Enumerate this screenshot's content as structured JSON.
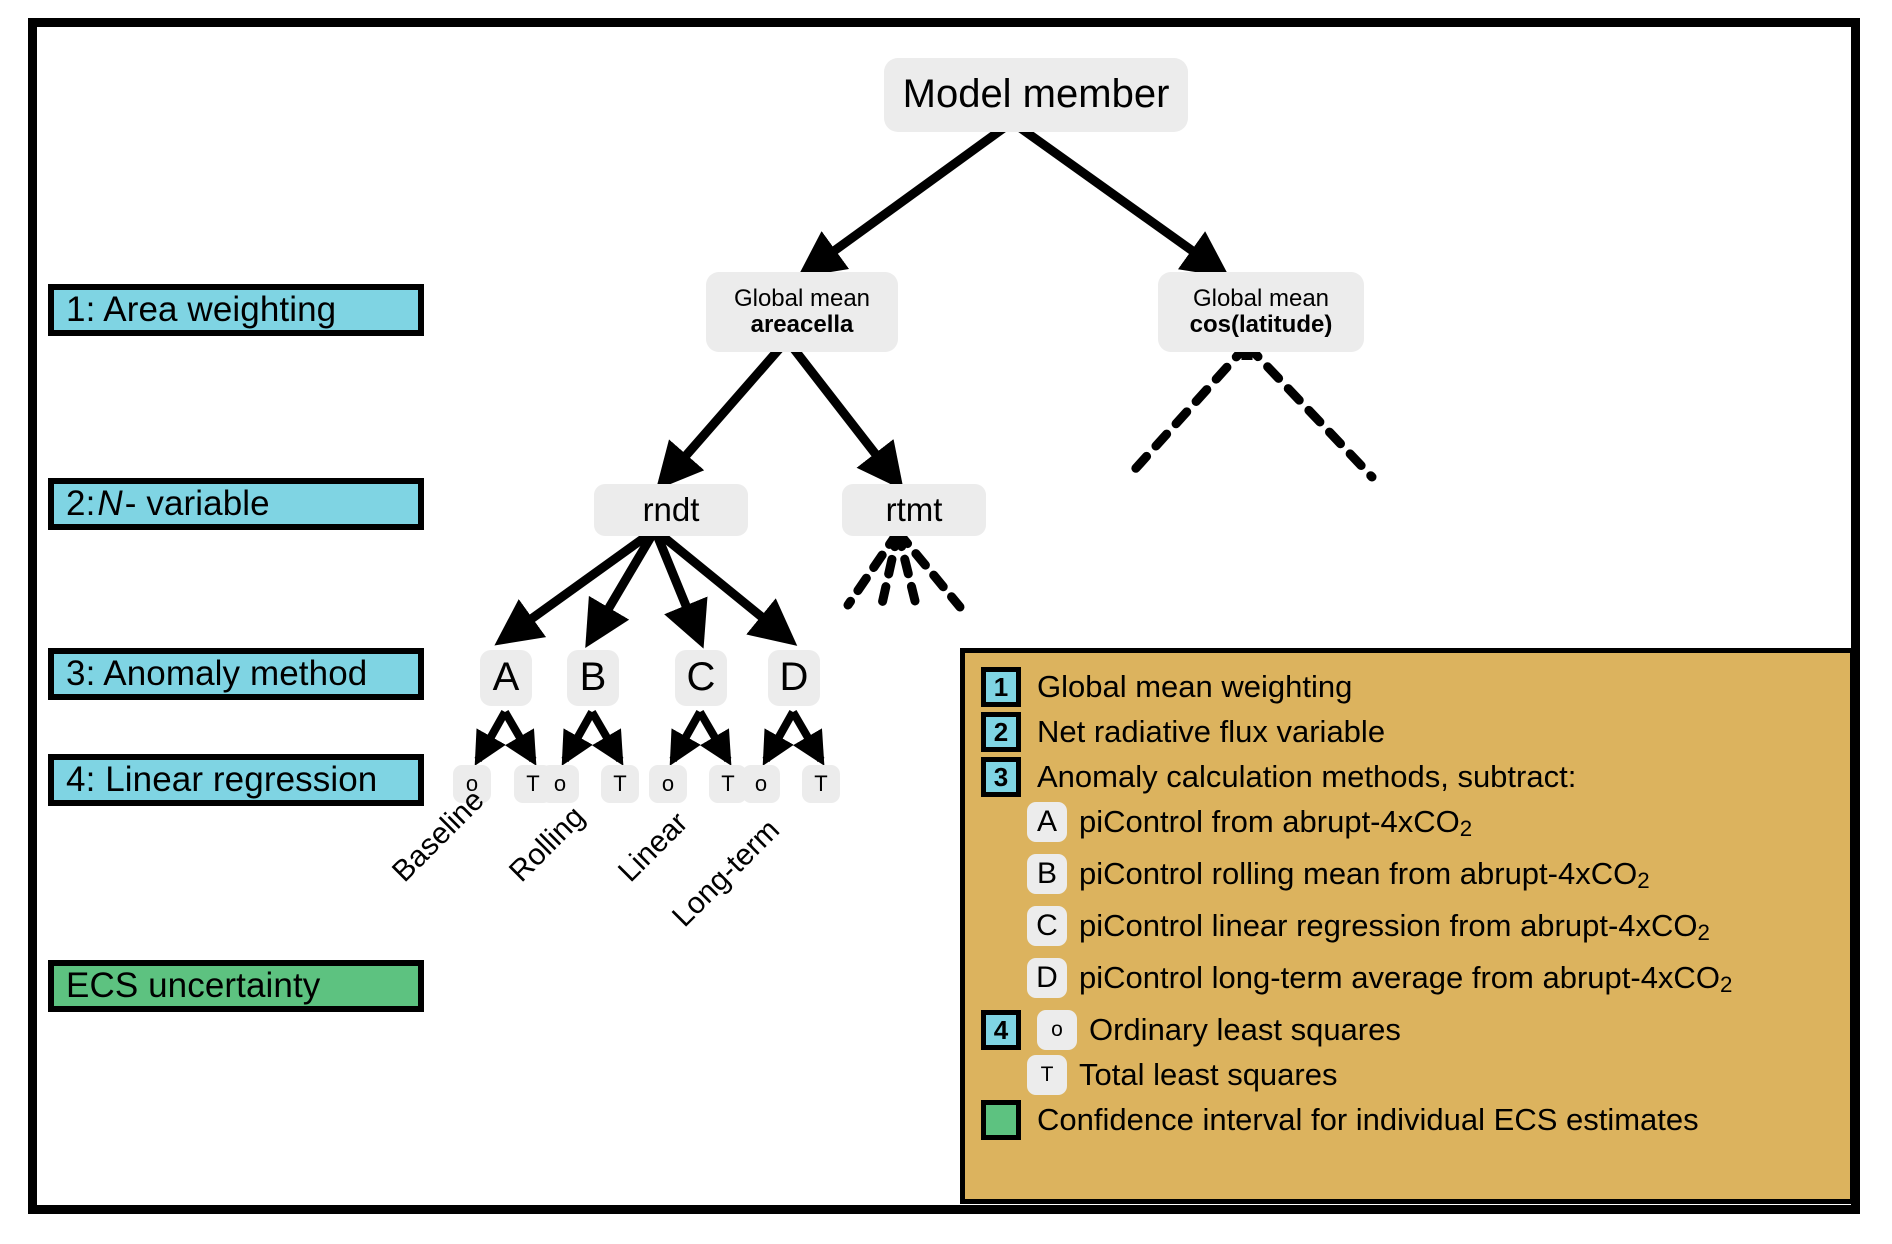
{
  "colors": {
    "stage_blue": "#7fd4e3",
    "stage_green": "#5dc280",
    "legend_bg": "#dcb35e",
    "node_gray": "#ececec",
    "line": "#000000"
  },
  "stages": [
    {
      "id": "area-weighting",
      "label": "1: Area weighting",
      "color": "blue"
    },
    {
      "id": "n-variable",
      "pre": "2: ",
      "italic": "N",
      "post": " - variable",
      "color": "blue"
    },
    {
      "id": "anomaly-method",
      "label": "3: Anomaly method",
      "color": "blue"
    },
    {
      "id": "linear-regression",
      "label": "4: Linear regression",
      "color": "blue"
    },
    {
      "id": "ecs-uncertainty",
      "label": "ECS uncertainty",
      "color": "green"
    }
  ],
  "tree": {
    "root": "Model member",
    "weighting": [
      {
        "line1": "Global mean",
        "line2": "areacella"
      },
      {
        "line1": "Global mean",
        "line2": "cos(latitude)"
      }
    ],
    "variables": [
      "rndt",
      "rtmt"
    ],
    "methods": [
      "A",
      "B",
      "C",
      "D"
    ],
    "regressions": [
      "o",
      "T"
    ],
    "method_labels": [
      "Baseline",
      "Rolling",
      "Linear",
      "Long-term"
    ]
  },
  "legend": {
    "rows": [
      {
        "kind": "chip",
        "mark": "1",
        "text": "Global mean weighting"
      },
      {
        "kind": "chip",
        "mark": "2",
        "text": "Net radiative flux variable"
      },
      {
        "kind": "chip",
        "mark": "3",
        "text": "Anomaly calculation methods, subtract:"
      },
      {
        "kind": "pill",
        "mark": "A",
        "text": "piControl from abrupt-4xCO",
        "sub": "2",
        "indent": true
      },
      {
        "kind": "pill",
        "mark": "B",
        "text": "piControl rolling mean from abrupt-4xCO",
        "sub": "2",
        "indent": true
      },
      {
        "kind": "pill",
        "mark": "C",
        "text": "piControl linear regression from abrupt-4xCO",
        "sub": "2",
        "indent": true
      },
      {
        "kind": "pill",
        "mark": "D",
        "text": "piControl long-term average from abrupt-4xCO",
        "sub": "2",
        "indent": true
      },
      {
        "kind": "chip-pill",
        "mark": "4",
        "mark2": "o",
        "text": "Ordinary least squares"
      },
      {
        "kind": "pill",
        "mark": "T",
        "text": "Total least squares",
        "indent": true
      },
      {
        "kind": "swatch",
        "mark": "",
        "text": "Confidence interval for individual ECS estimates"
      }
    ]
  }
}
